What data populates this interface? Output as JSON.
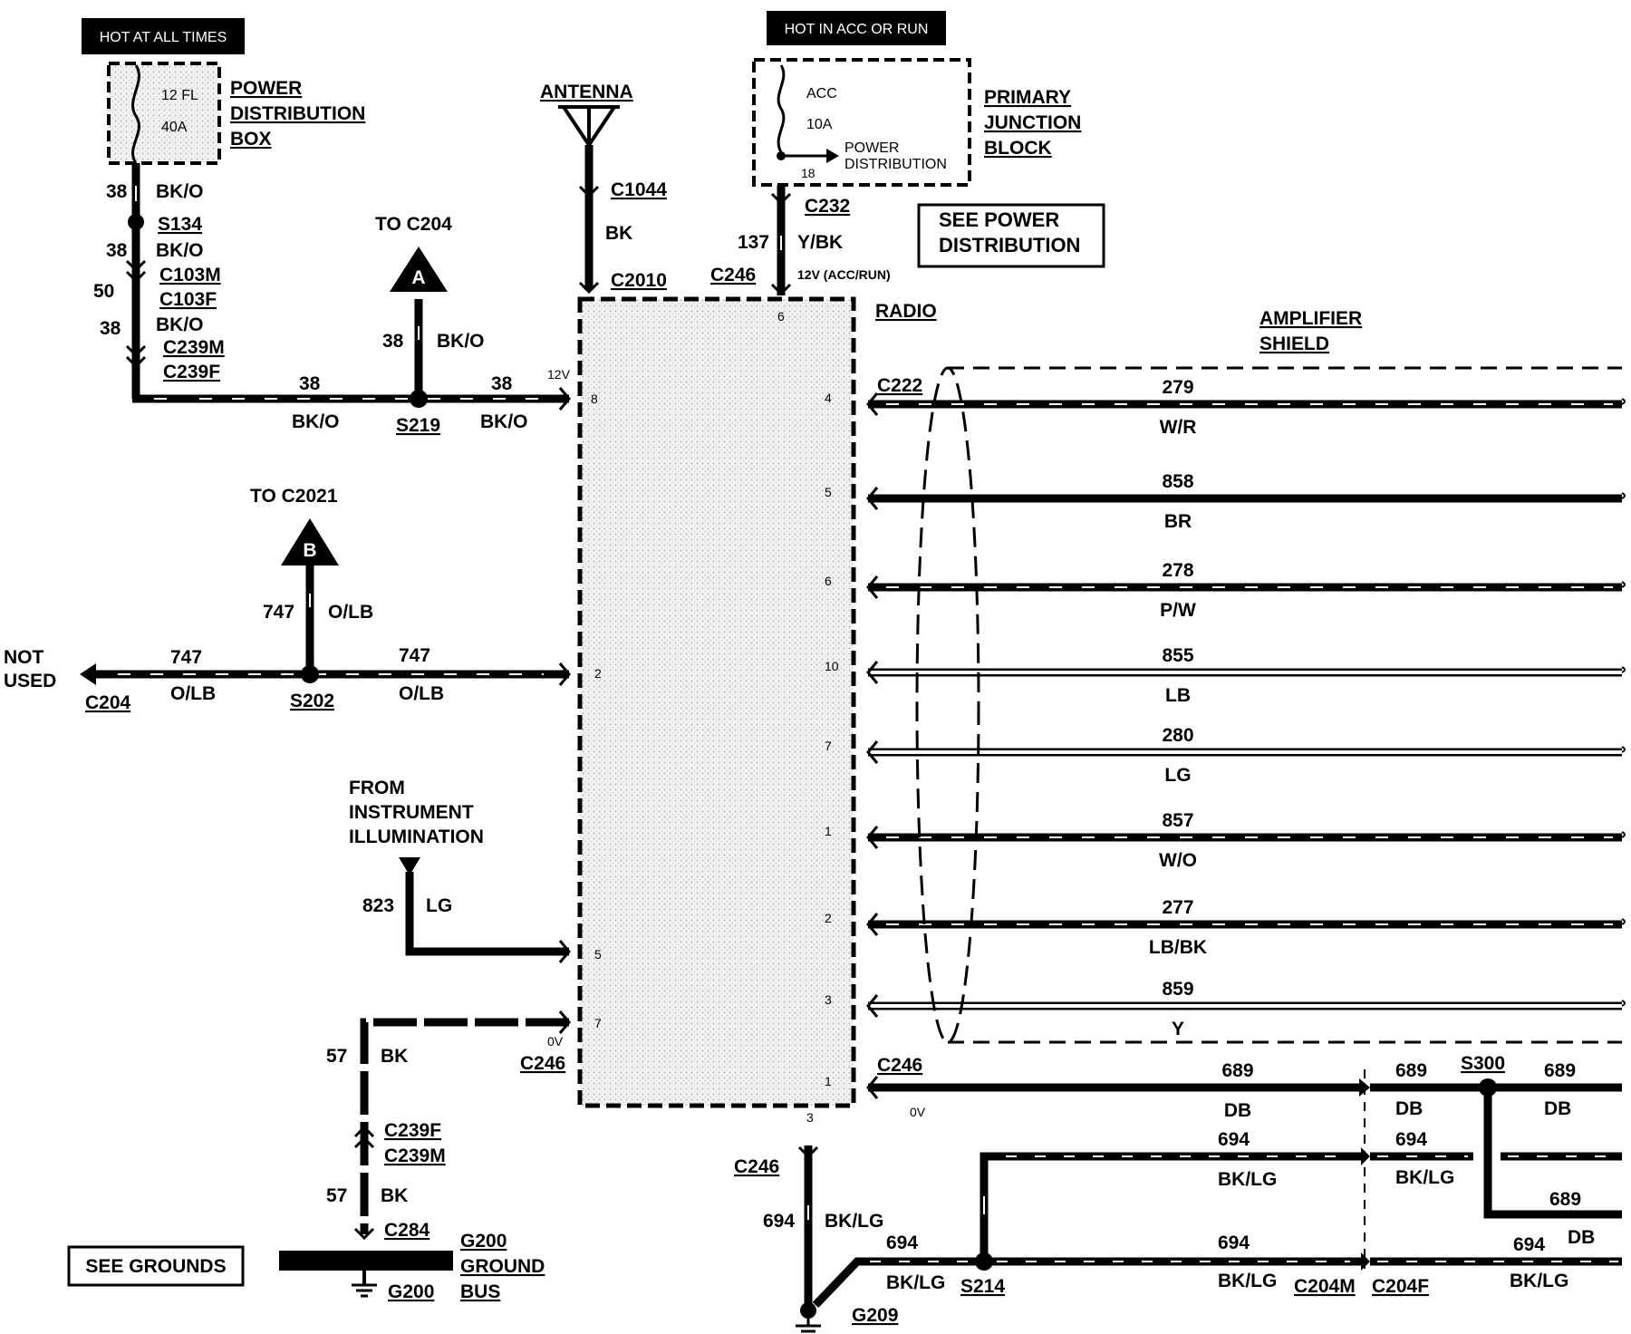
{
  "labels": {
    "hot_all_times": "HOT AT ALL TIMES",
    "hot_acc_run": "HOT IN ACC OR RUN",
    "fuse_12": "12 FL",
    "fuse_40a": "40A",
    "pdb_1": "POWER",
    "pdb_2": "DISTRIBUTION",
    "pdb_3": "BOX",
    "pjb_1": "PRIMARY",
    "pjb_2": "JUNCTION",
    "pjb_3": "BLOCK",
    "acc": "ACC",
    "fuse_10a": "10A",
    "pd_1": "POWER",
    "pd_2": "DISTRIBUTION",
    "pd_num": "18",
    "see_power_1": "SEE POWER",
    "see_power_2": "DISTRIBUTION",
    "antenna": "ANTENNA",
    "c1044": "C1044",
    "bk": "BK",
    "c2010": "C2010",
    "c232": "C232",
    "w137": "137",
    "ybk": "Y/BK",
    "c246_top": "C246",
    "v12_accrun": "12V (ACC/RUN)",
    "radio": "RADIO",
    "amp_1": "AMPLIFIER",
    "amp_2": "SHIELD",
    "c222": "C222",
    "to_c204": "TO C204",
    "to_c2021": "TO C2021",
    "arrow_a": "A",
    "arrow_b": "B",
    "w38": "38",
    "w50": "50",
    "bko": "BK/O",
    "s134": "S134",
    "c103m": "C103M",
    "c103f": "C103F",
    "c239m": "C239M",
    "c239f": "C239F",
    "s219": "S219",
    "v12": "12V",
    "w747": "747",
    "olb": "O/LB",
    "not": "NOT",
    "used": "USED",
    "c204": "C204",
    "s202": "S202",
    "from_1": "FROM",
    "from_2": "INSTRUMENT",
    "from_3": "ILLUMINATION",
    "w823": "823",
    "lg": "LG",
    "w57": "57",
    "v0": "0V",
    "c246": "C246",
    "c239f_b": "C239F",
    "c239m_b": "C239M",
    "c284": "C284",
    "see_grounds": "SEE GROUNDS",
    "g200": "G200",
    "ground": "GROUND",
    "bus": "BUS",
    "w694": "694",
    "bklg": "BK/LG",
    "g209": "G209",
    "s214": "S214",
    "c204m": "C204M",
    "c204f": "C204F",
    "w689": "689",
    "db": "DB",
    "s300": "S300",
    "pin_6": "6",
    "pin_8": "8",
    "pin_2": "2",
    "pin_5": "5",
    "pin_7": "7",
    "pin_3": "3"
  },
  "radio_outputs": [
    {
      "pin": "4",
      "circuit": "279",
      "color": "W/R"
    },
    {
      "pin": "5",
      "circuit": "858",
      "color": "BR"
    },
    {
      "pin": "6",
      "circuit": "278",
      "color": "P/W"
    },
    {
      "pin": "10",
      "circuit": "855",
      "color": "LB"
    },
    {
      "pin": "7",
      "circuit": "280",
      "color": "LG"
    },
    {
      "pin": "1",
      "circuit": "857",
      "color": "W/O"
    },
    {
      "pin": "2",
      "circuit": "277",
      "color": "LB/BK"
    },
    {
      "pin": "3",
      "circuit": "859",
      "color": "Y"
    },
    {
      "pin": "1",
      "circuit": "689",
      "color": "DB"
    }
  ],
  "output_v": "0V"
}
